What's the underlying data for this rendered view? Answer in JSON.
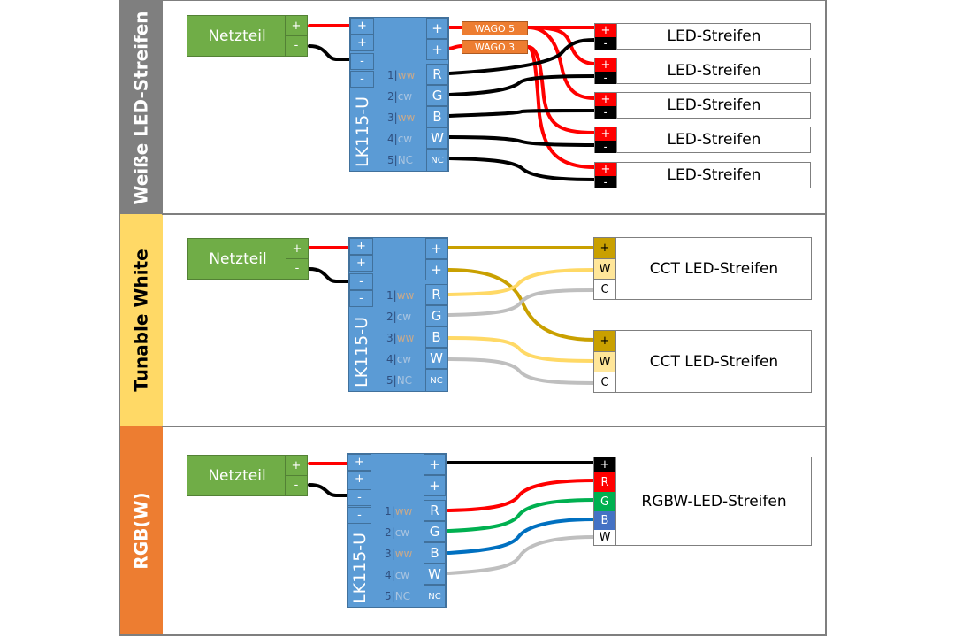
{
  "sections": [
    {
      "label": "Weiße LED-Streifen",
      "strip_color": "#7f7f7f",
      "label_color": "#ffffff",
      "psu": {
        "label": "Netzteil",
        "plus": "+",
        "minus": "-"
      },
      "controller": {
        "name": "LK115-U",
        "inputs": [
          "+",
          "+",
          "-",
          "-"
        ],
        "outputs": [
          "+",
          "+",
          "R",
          "G",
          "B",
          "W",
          "NC"
        ],
        "channels": [
          {
            "num": "1",
            "sep": "|",
            "tag": "ww"
          },
          {
            "num": "2",
            "sep": "|",
            "tag": "cw"
          },
          {
            "num": "3",
            "sep": "|",
            "tag": "ww"
          },
          {
            "num": "4",
            "sep": "|",
            "tag": "cw"
          },
          {
            "num": "5",
            "sep": "|",
            "tag": "NC"
          }
        ]
      },
      "wagos": [
        "WAGO 5",
        "WAGO 3"
      ],
      "strips": [
        {
          "title": "LED-Streifen",
          "pins": [
            "+",
            "-"
          ]
        },
        {
          "title": "LED-Streifen",
          "pins": [
            "+",
            "-"
          ]
        },
        {
          "title": "LED-Streifen",
          "pins": [
            "+",
            "-"
          ]
        },
        {
          "title": "LED-Streifen",
          "pins": [
            "+",
            "-"
          ]
        },
        {
          "title": "LED-Streifen",
          "pins": [
            "+",
            "-"
          ]
        }
      ]
    },
    {
      "label": "Tunable White",
      "strip_color": "#ffd966",
      "label_color": "#000000",
      "psu": {
        "label": "Netzteil",
        "plus": "+",
        "minus": "-"
      },
      "controller": {
        "name": "LK115-U",
        "inputs": [
          "+",
          "+",
          "-",
          "-"
        ],
        "outputs": [
          "+",
          "+",
          "R",
          "G",
          "B",
          "W",
          "NC"
        ],
        "channels": [
          {
            "num": "1",
            "sep": "|",
            "tag": "ww"
          },
          {
            "num": "2",
            "sep": "|",
            "tag": "cw"
          },
          {
            "num": "3",
            "sep": "|",
            "tag": "ww"
          },
          {
            "num": "4",
            "sep": "|",
            "tag": "cw"
          },
          {
            "num": "5",
            "sep": "|",
            "tag": "NC"
          }
        ]
      },
      "strips": [
        {
          "title": "CCT LED-Streifen",
          "pins": [
            "+",
            "W",
            "C"
          ]
        },
        {
          "title": "CCT LED-Streifen",
          "pins": [
            "+",
            "W",
            "C"
          ]
        }
      ]
    },
    {
      "label": "RGB(W)",
      "strip_color": "#ed7d31",
      "label_color": "#ffffff",
      "psu": {
        "label": "Netzteil",
        "plus": "+",
        "minus": "-"
      },
      "controller": {
        "name": "LK115-U",
        "inputs": [
          "+",
          "+",
          "-",
          "-"
        ],
        "outputs": [
          "+",
          "+",
          "R",
          "G",
          "B",
          "W",
          "NC"
        ],
        "channels": [
          {
            "num": "1",
            "sep": "|",
            "tag": "ww"
          },
          {
            "num": "2",
            "sep": "|",
            "tag": "cw"
          },
          {
            "num": "3",
            "sep": "|",
            "tag": "ww"
          },
          {
            "num": "4",
            "sep": "|",
            "tag": "cw"
          },
          {
            "num": "5",
            "sep": "|",
            "tag": "NC"
          }
        ]
      },
      "strips": [
        {
          "title": "RGBW-LED-Streifen",
          "pins": [
            "+",
            "R",
            "G",
            "B",
            "W"
          ]
        }
      ]
    }
  ],
  "colors": {
    "psu_green": "#70ad47",
    "controller_blue": "#5b9bd5",
    "wago_orange": "#ed7d31",
    "wire_red": "#ff0000",
    "wire_black": "#000000",
    "wire_gold": "#c9a000",
    "wire_yellow": "#ffd966",
    "wire_gray": "#bfbfbf",
    "wire_green": "#00b050",
    "wire_blue": "#0070c0"
  }
}
